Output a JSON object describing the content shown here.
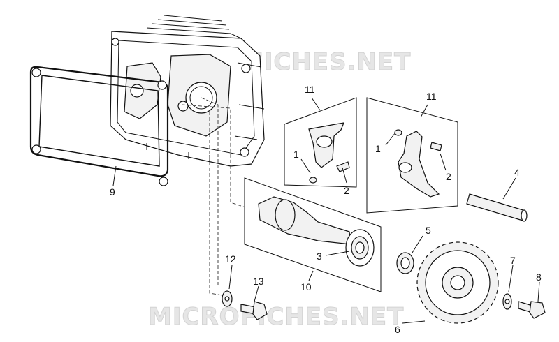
{
  "watermarks": {
    "top": "MICROFICHES.NET",
    "bottom": "MICROFICHES.NET"
  },
  "callouts": {
    "n1a": "1",
    "n1b": "1",
    "n2a": "2",
    "n2b": "2",
    "n3": "3",
    "n4": "4",
    "n5": "5",
    "n6": "6",
    "n7": "7",
    "n8": "8",
    "n9": "9",
    "n10": "10",
    "n11a": "11",
    "n11b": "11",
    "n12": "12",
    "n13": "13"
  }
}
